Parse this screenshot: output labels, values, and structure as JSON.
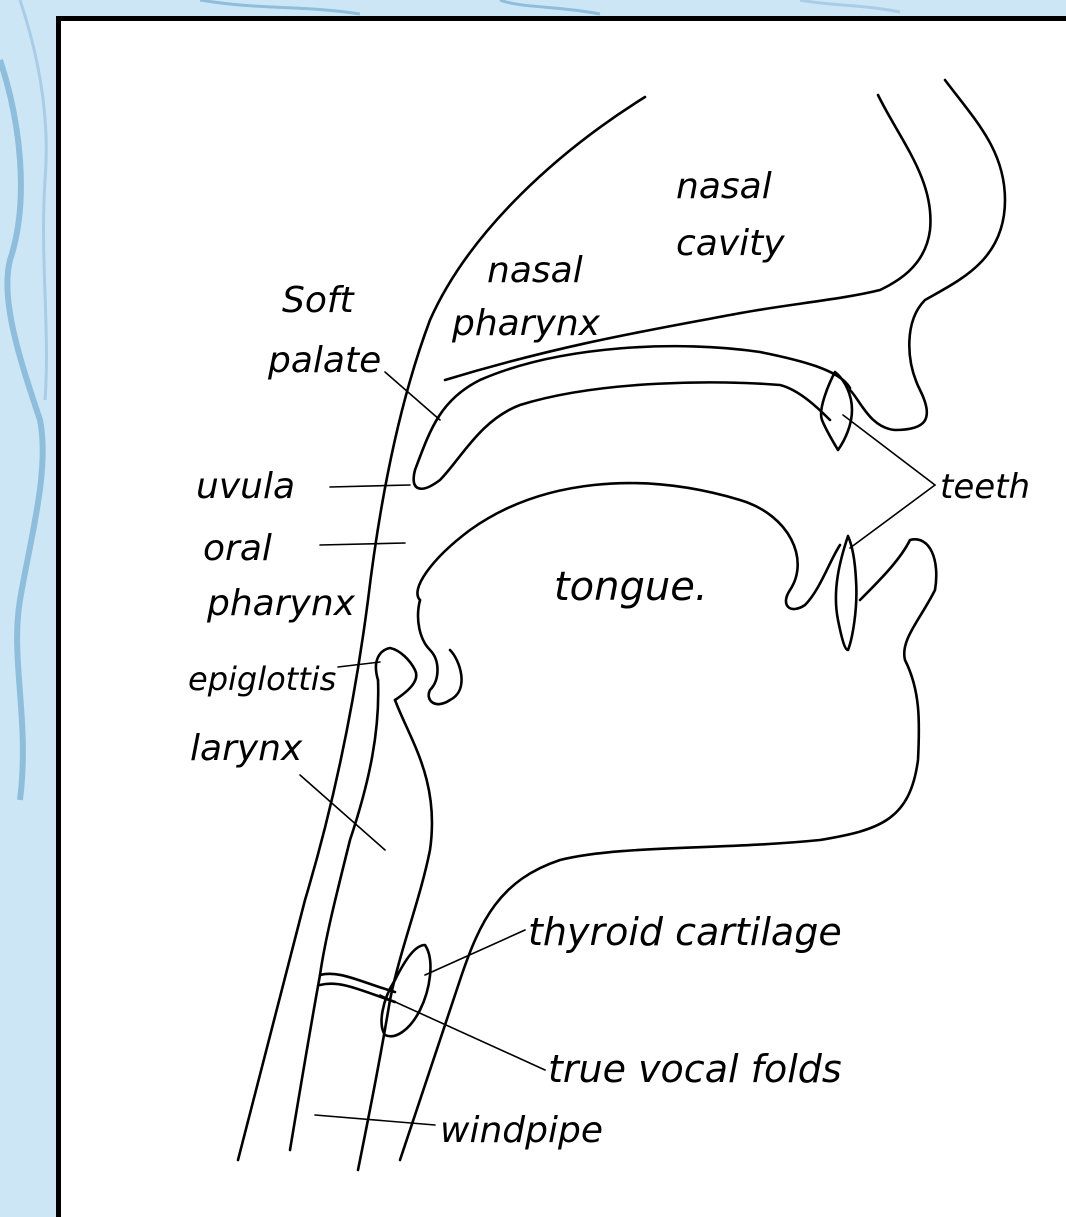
{
  "colors": {
    "background": "#cde6f6",
    "map_lines": "#8fbedc",
    "frame": "#000000",
    "paper": "#ffffff",
    "ink": "#000000"
  },
  "labels": {
    "nasal_cavity_1": "nasal",
    "nasal_cavity_2": "cavity",
    "nasal_pharynx_1": "nasal",
    "nasal_pharynx_2": "pharynx",
    "soft_palate_1": "Soft",
    "soft_palate_2": "palate",
    "uvula": "uvula",
    "oral_pharynx_1": "oral",
    "oral_pharynx_2": "pharynx",
    "epiglottis": "epiglottis",
    "larynx": "larynx",
    "tongue": "tongue.",
    "teeth": "teeth",
    "thyroid_cartilage": "thyroid cartilage",
    "true_vocal_folds": "true vocal folds",
    "windpipe": "windpipe"
  }
}
